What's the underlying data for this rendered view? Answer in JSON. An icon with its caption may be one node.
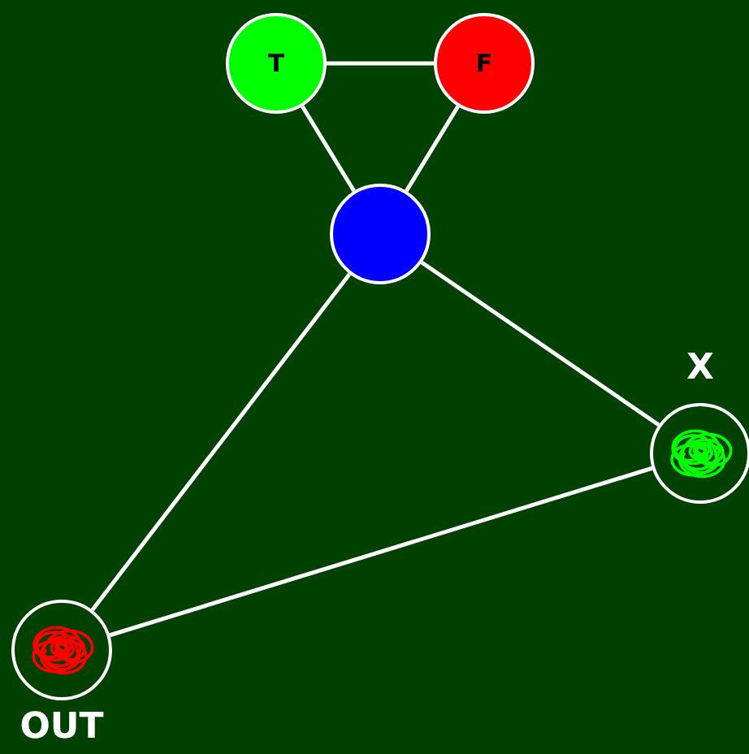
{
  "diagram": {
    "nodes": [
      {
        "text": [
          "T"
        ]
      },
      {
        "text": [
          "F"
        ]
      },
      {
        "text": [],
        "shape": "circle"
      },
      {
        "text": [
          "X"
        ]
      },
      {
        "text": [
          "OUT"
        ]
      }
    ],
    "edges": [
      {
        "from": 0,
        "to": 1,
        "arrow": "none"
      },
      {
        "from": 0,
        "to": 2,
        "arrow": "none"
      },
      {
        "from": 1,
        "to": 2,
        "arrow": "none"
      },
      {
        "from": 2,
        "to": 3,
        "arrow": "none"
      },
      {
        "from": 2,
        "to": 4,
        "arrow": "none"
      },
      {
        "from": 3,
        "to": 4,
        "arrow": "none"
      }
    ]
  }
}
